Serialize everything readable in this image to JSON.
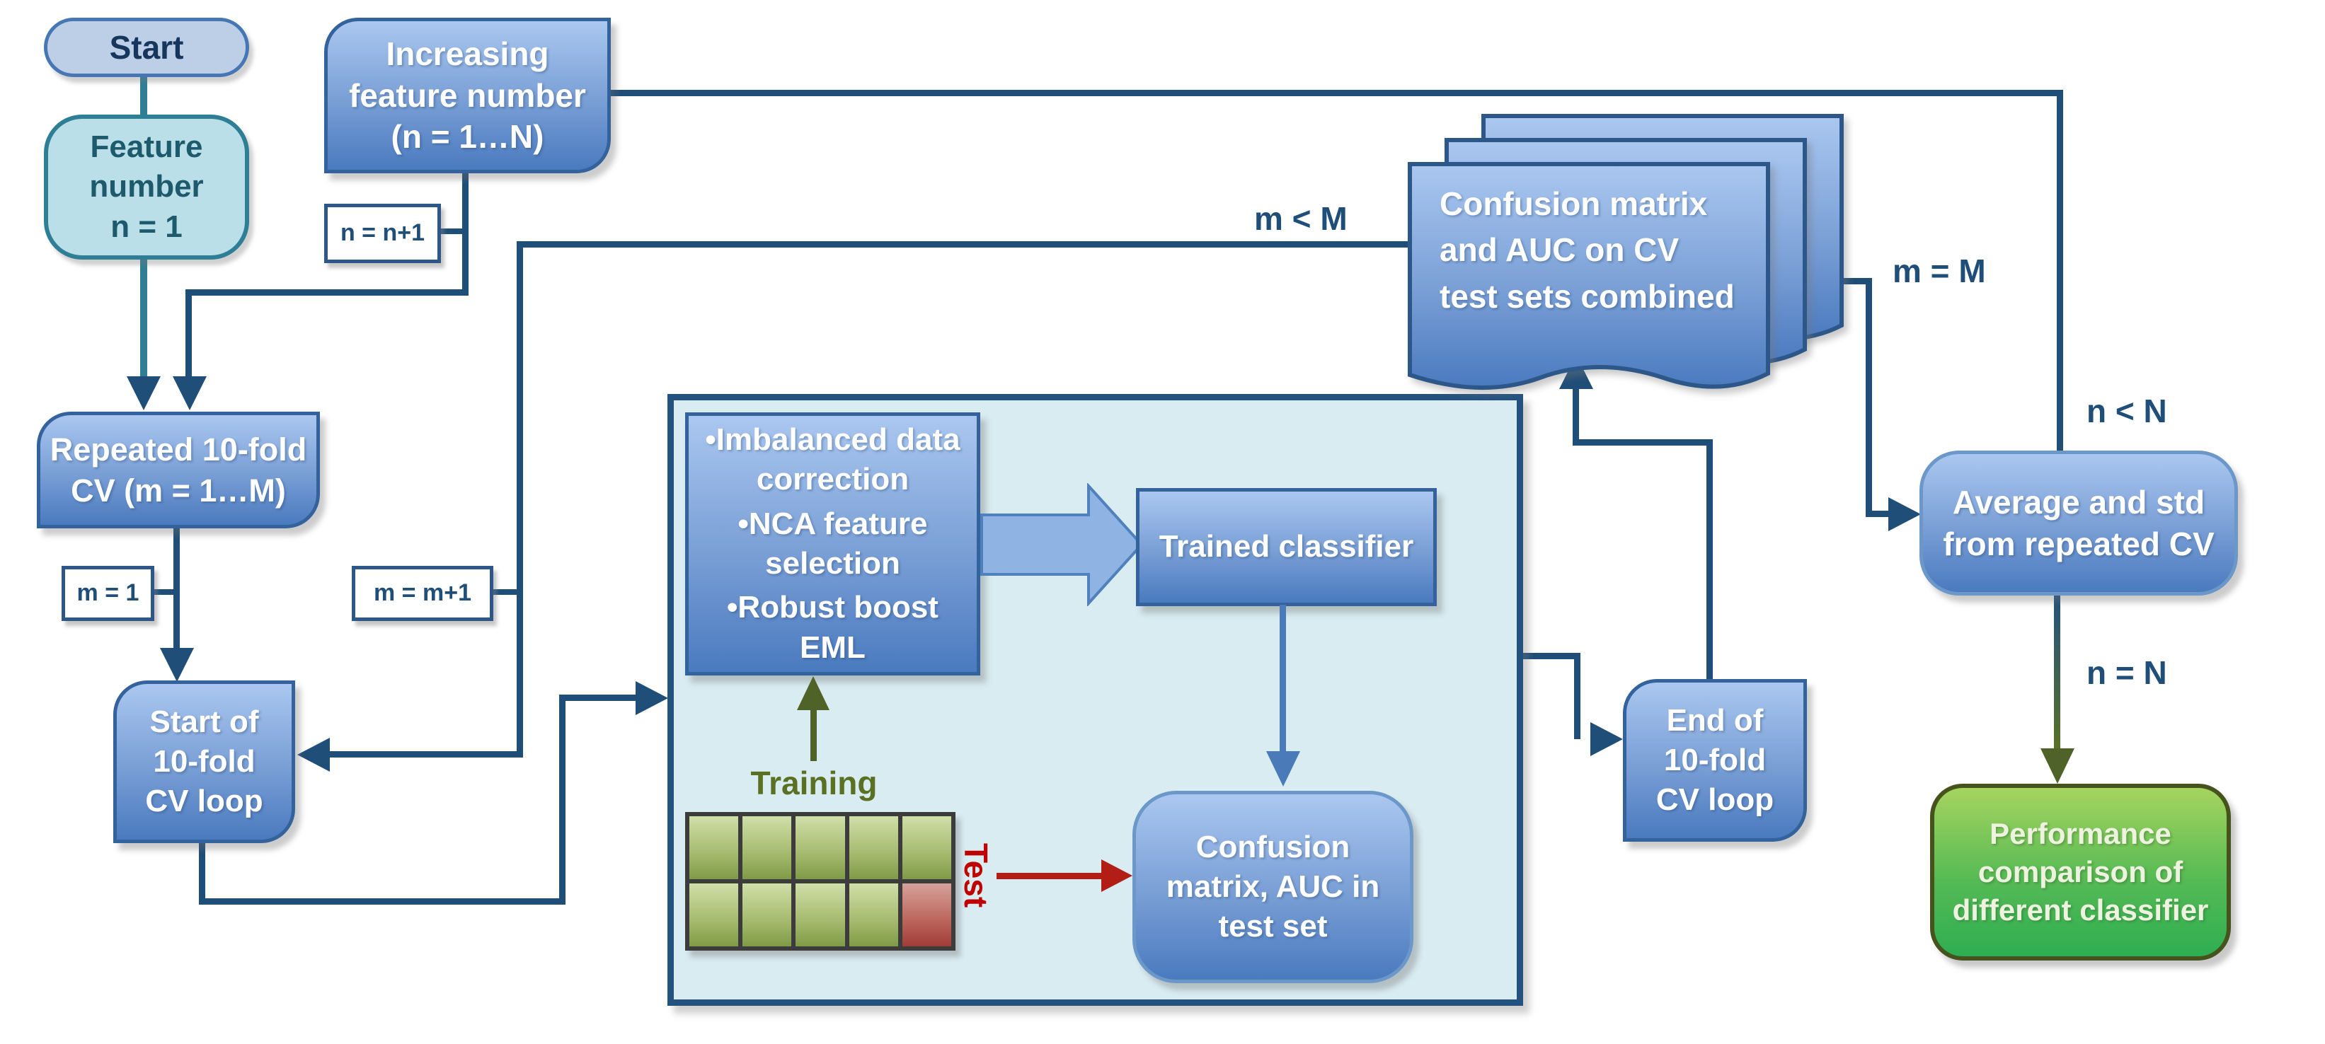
{
  "nodes": {
    "start": {
      "label": "Start"
    },
    "feature_number": {
      "label": "Feature\nnumber\nn = 1"
    },
    "increasing_feature": {
      "label": "Increasing\nfeature number\n(n = 1…N)"
    },
    "n_increment": {
      "label": "n = n+1"
    },
    "repeated_cv": {
      "label": "Repeated 10-fold\nCV (m = 1…M)"
    },
    "m_init": {
      "label": "m = 1"
    },
    "m_increment": {
      "label": "m = m+1"
    },
    "start_cv_loop": {
      "label": "Start of\n10-fold\nCV loop"
    },
    "preprocess": {
      "items": [
        "•Imbalanced data correction",
        "•NCA feature selection",
        "•Robust boost EML"
      ]
    },
    "trained_classifier": {
      "label": "Trained classifier"
    },
    "training": {
      "label": "Training"
    },
    "test": {
      "label": "Test"
    },
    "confusion_test": {
      "label": "Confusion\nmatrix, AUC in\ntest set"
    },
    "end_cv_loop": {
      "label": "End of\n10-fold\nCV loop"
    },
    "confusion_combined": {
      "label": "Confusion matrix\nand AUC on CV\ntest sets combined"
    },
    "average_std": {
      "label": "Average and std\nfrom repeated CV"
    },
    "performance": {
      "label": "Performance\ncomparison of\ndifferent classifier"
    }
  },
  "edge_labels": {
    "m_lt_M": "m < M",
    "m_eq_M": "m = M",
    "n_lt_N": "n < N",
    "n_eq_N": "n = N"
  },
  "cv_grid": {
    "rows": 2,
    "cols": 5,
    "test_cell": {
      "row": 1,
      "col": 4
    }
  },
  "colors": {
    "navy_line": "#1f4e79",
    "box_blue_top": "#aac7f0",
    "box_blue_bottom": "#4a7abf",
    "box_border": "#33629c",
    "container_fill": "#d9ecf2",
    "container_border": "#24527f",
    "start_fill": "#bdcfe7",
    "feature_fill": "#badfe9",
    "teal": "#2e7f96",
    "olive": "#4f6228",
    "training_text": "#5a7123",
    "test_red": "#c00000",
    "red_arrow": "#b21d16",
    "fold_green": "#7f9b47",
    "fold_red": "#a13c38",
    "green_box_top": "#a6d45f",
    "green_box_bottom": "#2eae52",
    "green_box_border": "#46531d"
  }
}
